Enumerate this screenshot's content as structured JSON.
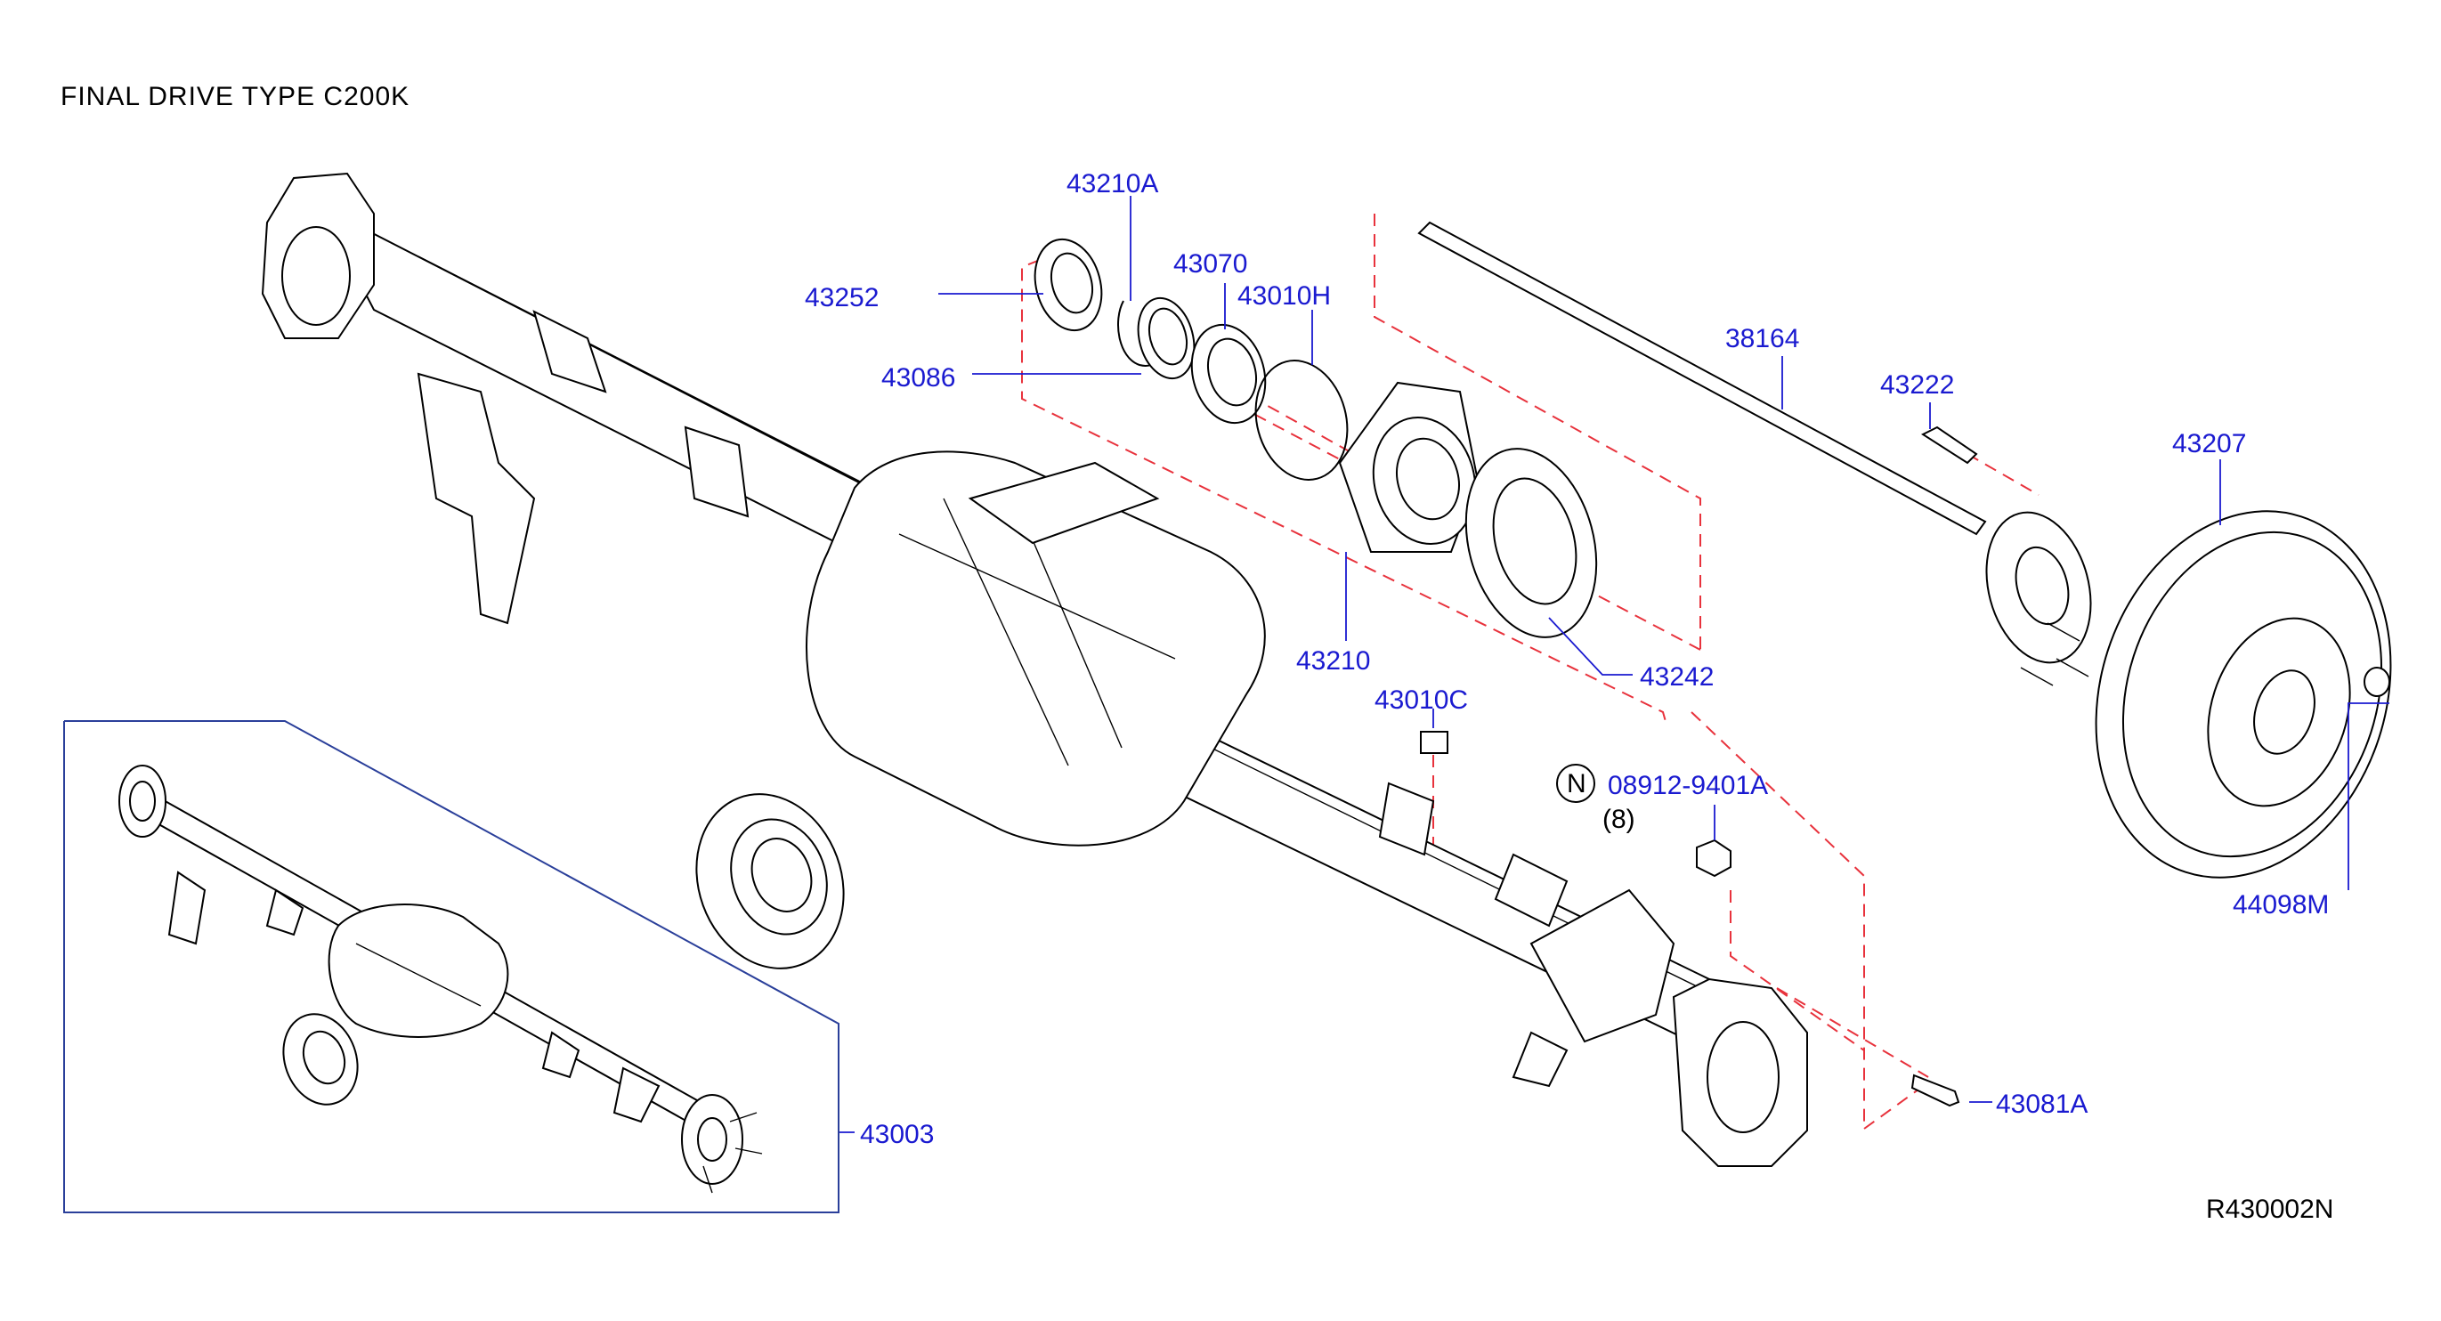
{
  "header": {
    "title": "FINAL   DRIVE   TYPE   C200K"
  },
  "footer": {
    "ref": "R430002N"
  },
  "callouts": {
    "p43210A": "43210A",
    "p43252": "43252",
    "p43070": "43070",
    "p43010H": "43010H",
    "p43086": "43086",
    "p38164": "38164",
    "p43222": "43222",
    "p43207": "43207",
    "p43210": "43210",
    "p43242": "43242",
    "p43010C": "43010C",
    "p08912": "08912-9401A",
    "p08912_qty": "(8)",
    "p44098M": "44098M",
    "p43081A": "43081A",
    "p43003": "43003"
  },
  "note_symbol": "N",
  "colors": {
    "callout": "#1a1ad0",
    "dashed": "#e8323c",
    "inset_frame": "#2a3f9a",
    "line": "#000000"
  }
}
